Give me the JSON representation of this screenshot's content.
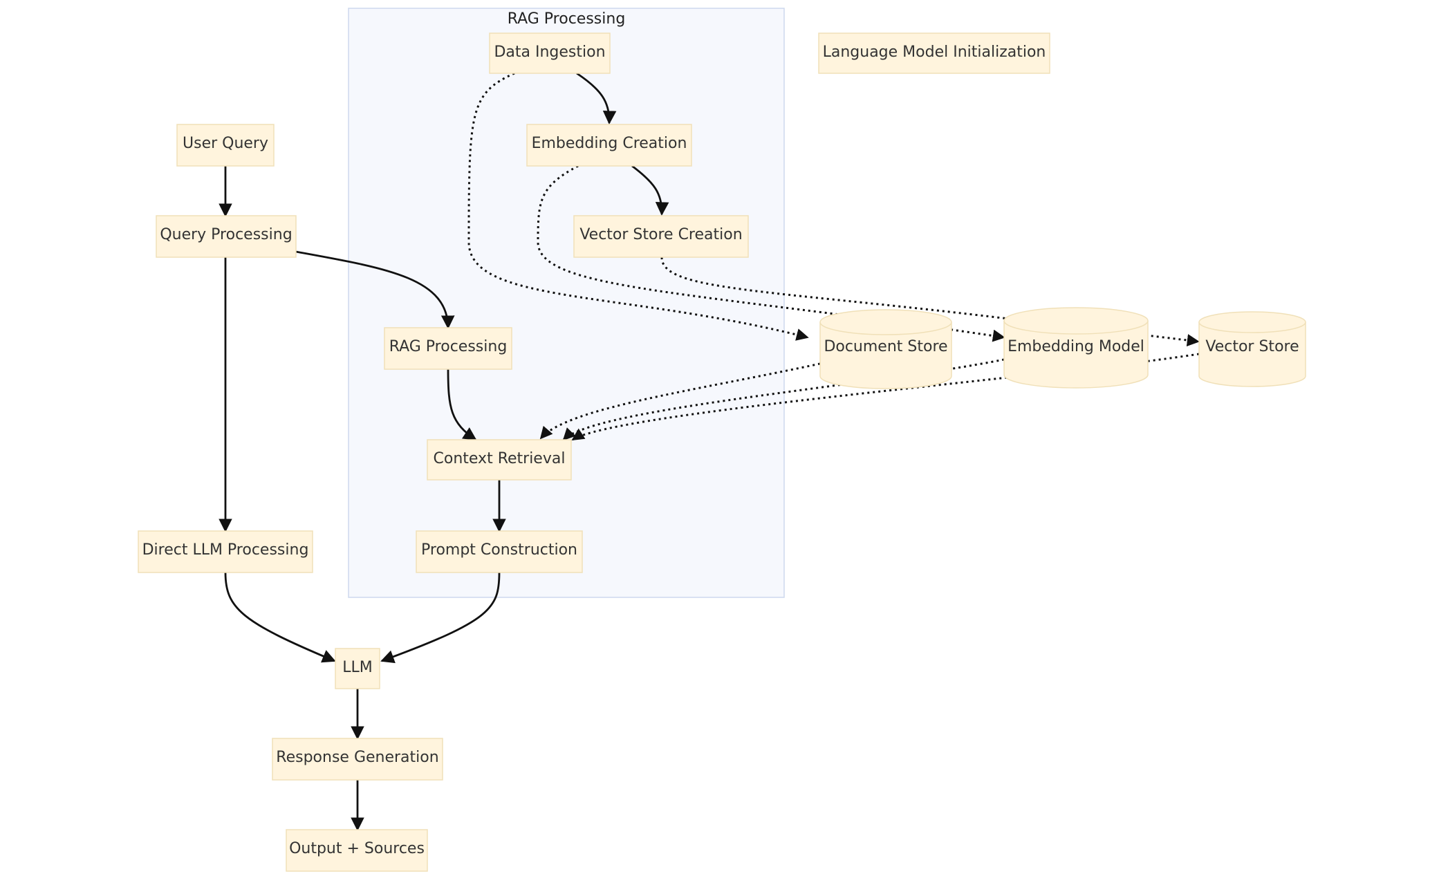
{
  "cluster": {
    "title": "RAG Processing"
  },
  "nodes": {
    "data_ingestion": "Data Ingestion",
    "language_model_init": "Language Model Initialization",
    "user_query": "User Query",
    "embedding_creation": "Embedding Creation",
    "query_processing": "Query Processing",
    "vector_store_creation": "Vector Store Creation",
    "rag_processing": "RAG Processing",
    "document_store": "Document Store",
    "embedding_model": "Embedding Model",
    "vector_store": "Vector Store",
    "context_retrieval": "Context Retrieval",
    "direct_llm_processing": "Direct LLM Processing",
    "prompt_construction": "Prompt Construction",
    "llm": "LLM",
    "response_generation": "Response Generation",
    "output_sources": "Output + Sources"
  },
  "colors": {
    "node_fill": "#fff4dd",
    "node_stroke": "#f0e0b8",
    "cluster_fill": "#f6f8fd",
    "cluster_stroke": "#cdd8ee",
    "edge": "#111111"
  }
}
